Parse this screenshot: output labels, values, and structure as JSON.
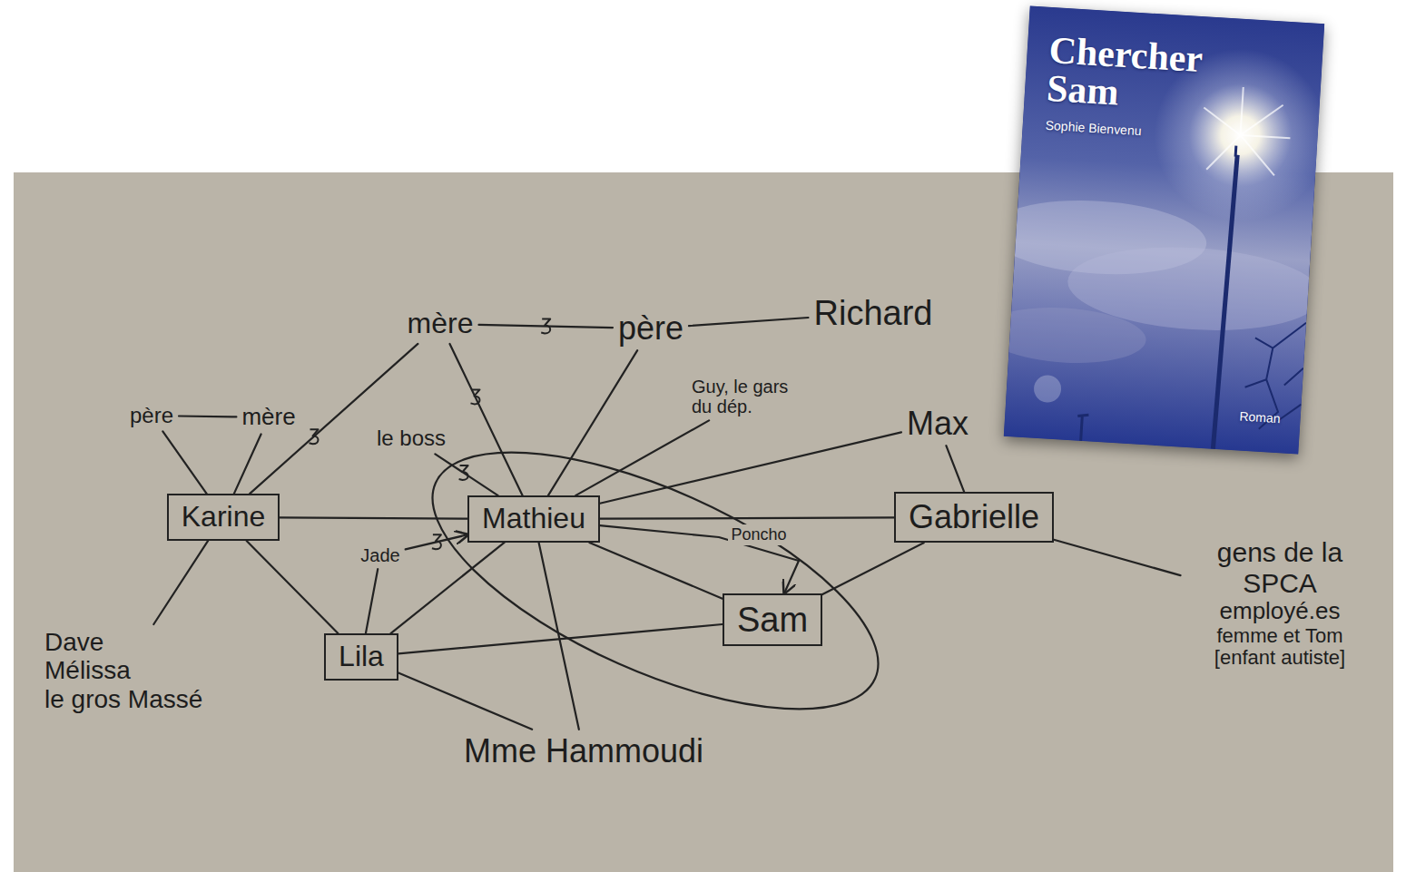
{
  "diagram": {
    "nodes": [
      {
        "text": [
          "mère"
        ]
      },
      {
        "text": [
          "père"
        ]
      },
      {
        "text": [
          "Richard"
        ]
      },
      {
        "text": [
          "père"
        ]
      },
      {
        "text": [
          "mère"
        ]
      },
      {
        "text": [
          "le boss"
        ]
      },
      {
        "text": [
          "Guy, le gars du dép."
        ]
      },
      {
        "text": [
          "Max"
        ]
      },
      {
        "text": [
          "Karine"
        ]
      },
      {
        "text": [
          "Mathieu"
        ]
      },
      {
        "text": [
          "Gabrielle"
        ]
      },
      {
        "text": [
          "gens de la SPCA",
          "employé.es",
          "femme et Tom [enfant autiste]"
        ]
      },
      {
        "text": [
          "Jade"
        ]
      },
      {
        "text": [
          "Sam"
        ]
      },
      {
        "text": [
          "Lila"
        ]
      },
      {
        "text": [
          "Dave",
          "Mélissa",
          "le gros Massé"
        ]
      },
      {
        "text": [
          "Mme Hammoudi"
        ]
      }
    ],
    "edges": [
      {
        "from": 0,
        "to": 1,
        "arrow": "none"
      },
      {
        "from": 1,
        "to": 2,
        "arrow": "none"
      },
      {
        "from": 3,
        "to": 4,
        "arrow": "none"
      },
      {
        "from": 3,
        "to": 8,
        "arrow": "none"
      },
      {
        "from": 4,
        "to": 8,
        "arrow": "none"
      },
      {
        "from": 0,
        "to": 8,
        "arrow": "none"
      },
      {
        "from": 0,
        "to": 9,
        "arrow": "none"
      },
      {
        "from": 1,
        "to": 9,
        "arrow": "none"
      },
      {
        "from": 5,
        "to": 9,
        "arrow": "none"
      },
      {
        "from": 6,
        "to": 9,
        "arrow": "none"
      },
      {
        "from": 7,
        "to": 9,
        "arrow": "none"
      },
      {
        "from": 7,
        "to": 10,
        "arrow": "none"
      },
      {
        "from": 8,
        "to": 9,
        "arrow": "none"
      },
      {
        "from": 9,
        "to": 10,
        "arrow": "none"
      },
      {
        "from": 10,
        "to": 11,
        "arrow": "none"
      },
      {
        "from": 12,
        "to": 9,
        "arrow": "to"
      },
      {
        "from": 12,
        "to": 14,
        "arrow": "none"
      },
      {
        "from": 9,
        "to": 13,
        "label": "Poncho",
        "arrow": "to"
      },
      {
        "from": 9,
        "to": 13,
        "arrow": "none"
      },
      {
        "from": 14,
        "to": 9,
        "arrow": "none"
      },
      {
        "from": 8,
        "to": 14,
        "arrow": "none"
      },
      {
        "from": 8,
        "to": 15,
        "arrow": "none"
      },
      {
        "from": 14,
        "to": 16,
        "arrow": "none"
      },
      {
        "from": 9,
        "to": 16,
        "arrow": "none"
      },
      {
        "from": 14,
        "to": 13,
        "arrow": "none"
      },
      {
        "from": 13,
        "to": 10,
        "arrow": "none"
      }
    ],
    "labels": [
      "Chercher Sam",
      "Sophie Bienvenu",
      "Roman"
    ]
  }
}
